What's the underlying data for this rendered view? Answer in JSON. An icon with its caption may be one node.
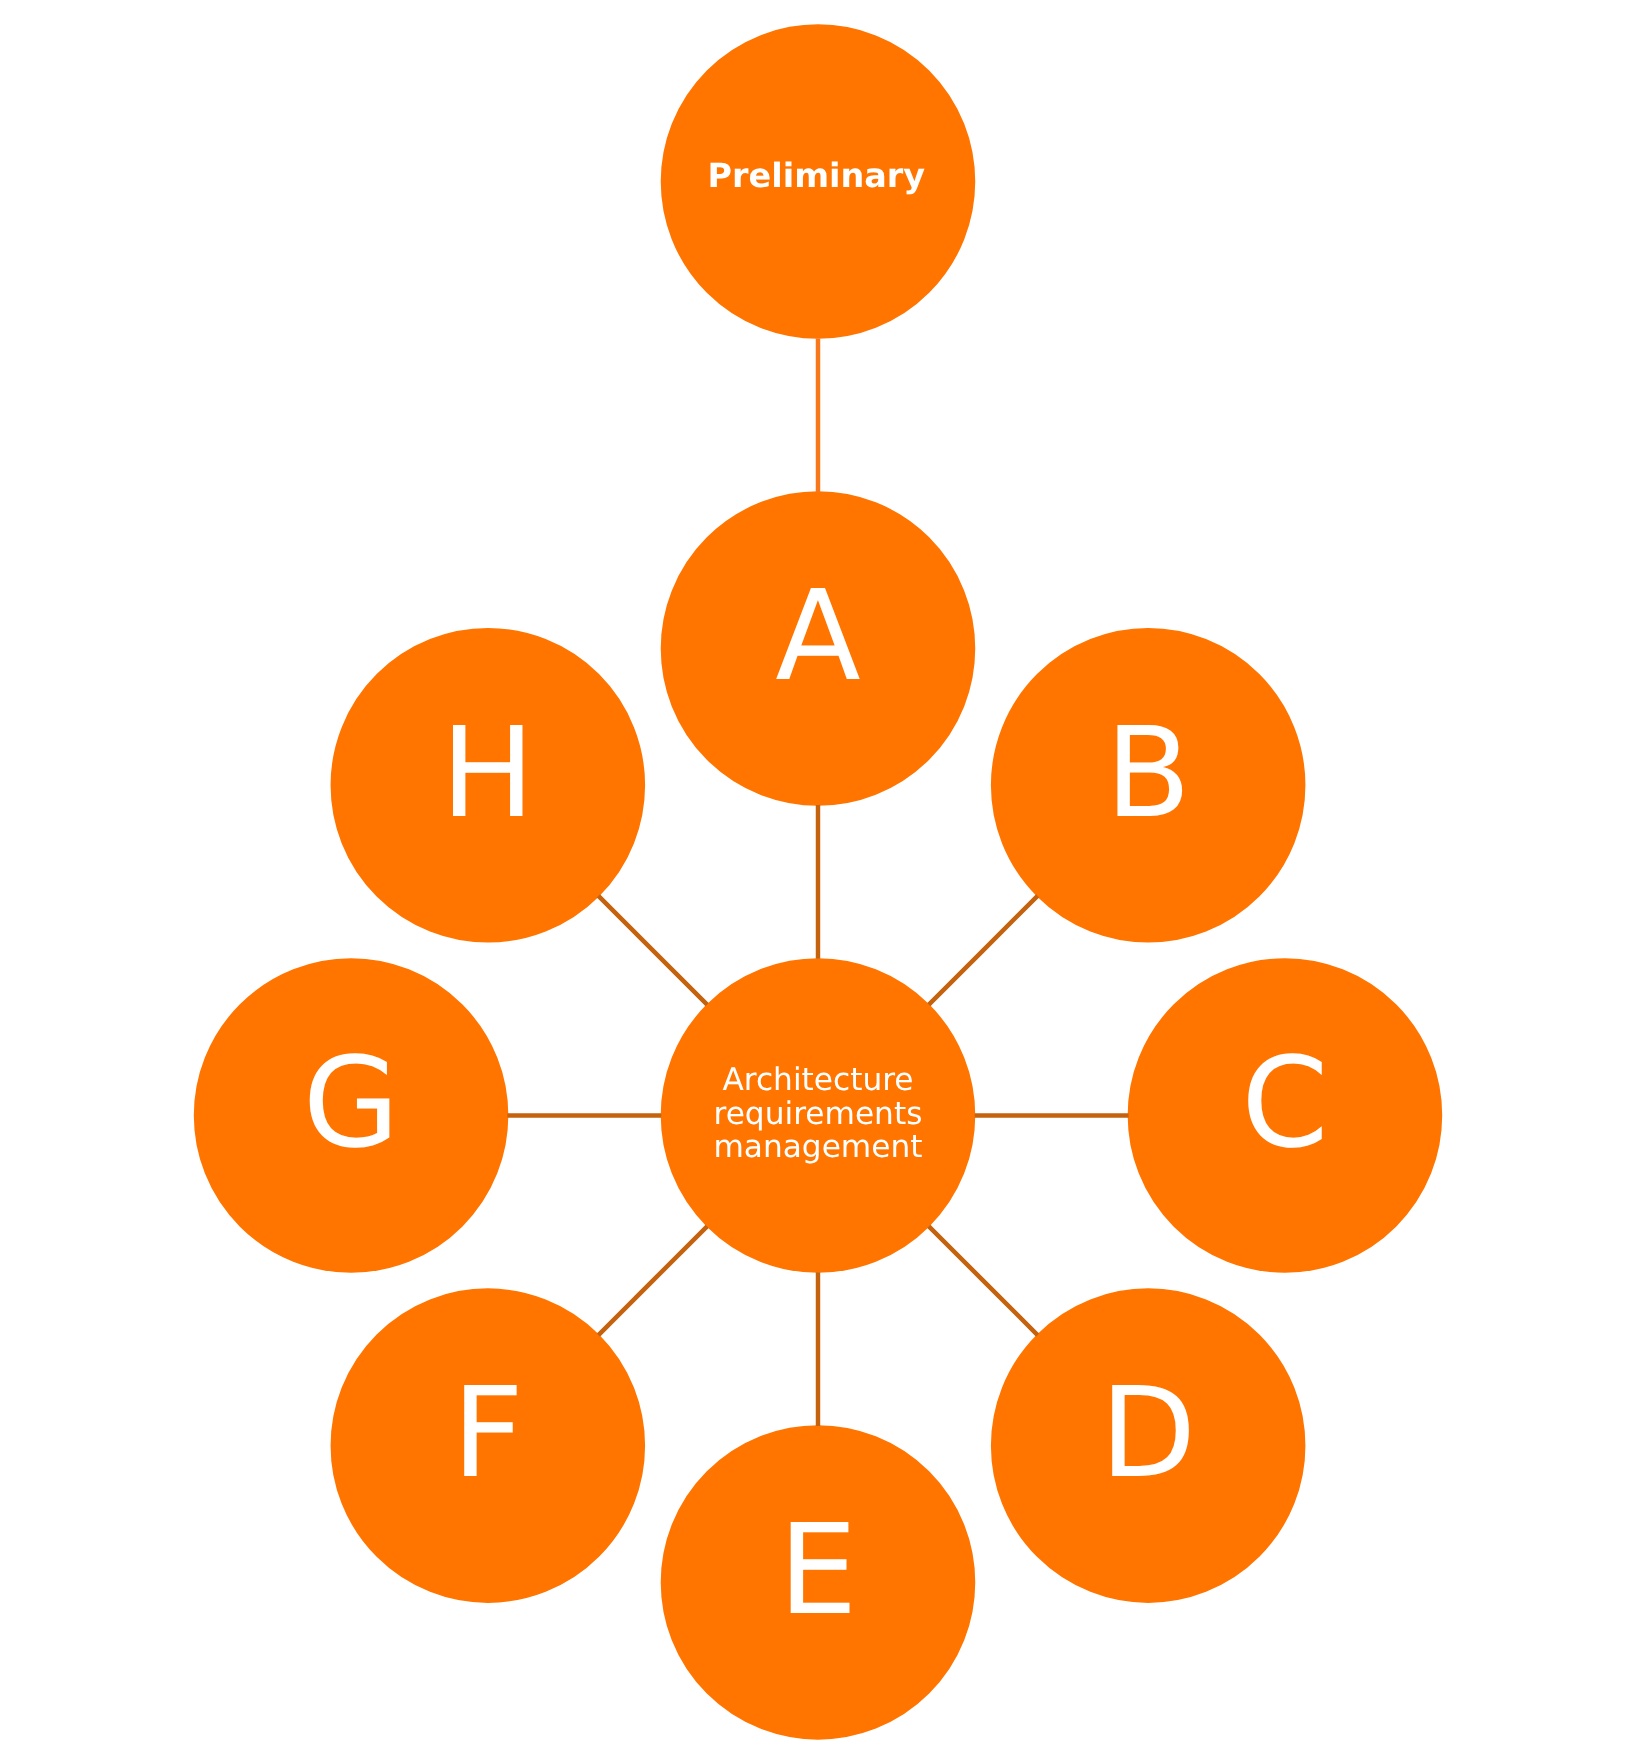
{
  "diagram": {
    "nodes": [
      {
        "text": [
          "Preliminary"
        ]
      },
      {
        "text": [
          "A"
        ]
      },
      {
        "text": [
          "B"
        ]
      },
      {
        "text": [
          "C"
        ]
      },
      {
        "text": [
          "D"
        ]
      },
      {
        "text": [
          "E"
        ]
      },
      {
        "text": [
          "F"
        ]
      },
      {
        "text": [
          "G"
        ]
      },
      {
        "text": [
          "H"
        ]
      },
      {
        "text": [
          "Architecture requirements management"
        ]
      }
    ],
    "edges": [
      {
        "from": 0,
        "to": 1,
        "arrow": "none",
        "color": "#f7771a"
      },
      {
        "from": 9,
        "to": 1,
        "arrow": "none"
      },
      {
        "from": 9,
        "to": 2,
        "arrow": "none"
      },
      {
        "from": 9,
        "to": 3,
        "arrow": "none"
      },
      {
        "from": 9,
        "to": 4,
        "arrow": "none"
      },
      {
        "from": 9,
        "to": 5,
        "arrow": "none"
      },
      {
        "from": 9,
        "to": 6,
        "arrow": "none"
      },
      {
        "from": 9,
        "to": 7,
        "arrow": "none"
      },
      {
        "from": 9,
        "to": 8,
        "arrow": "none"
      }
    ]
  }
}
